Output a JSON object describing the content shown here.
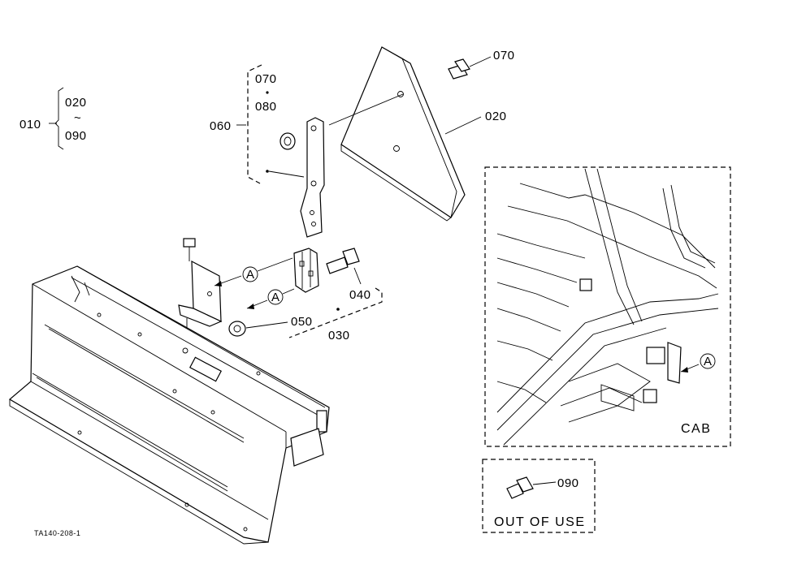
{
  "labels": {
    "p010": "010",
    "p020_range": "020",
    "tilde": "~",
    "p090_range": "090",
    "p060": "060",
    "p070_group": "070",
    "p080": "080",
    "p070": "070",
    "p020": "020",
    "p040": "040",
    "p050": "050",
    "p030": "030",
    "p090": "090",
    "callout_a": "A",
    "cab": "CAB",
    "out_of_use": "OUT OF USE",
    "drawing_code": "TA140-208-1"
  }
}
